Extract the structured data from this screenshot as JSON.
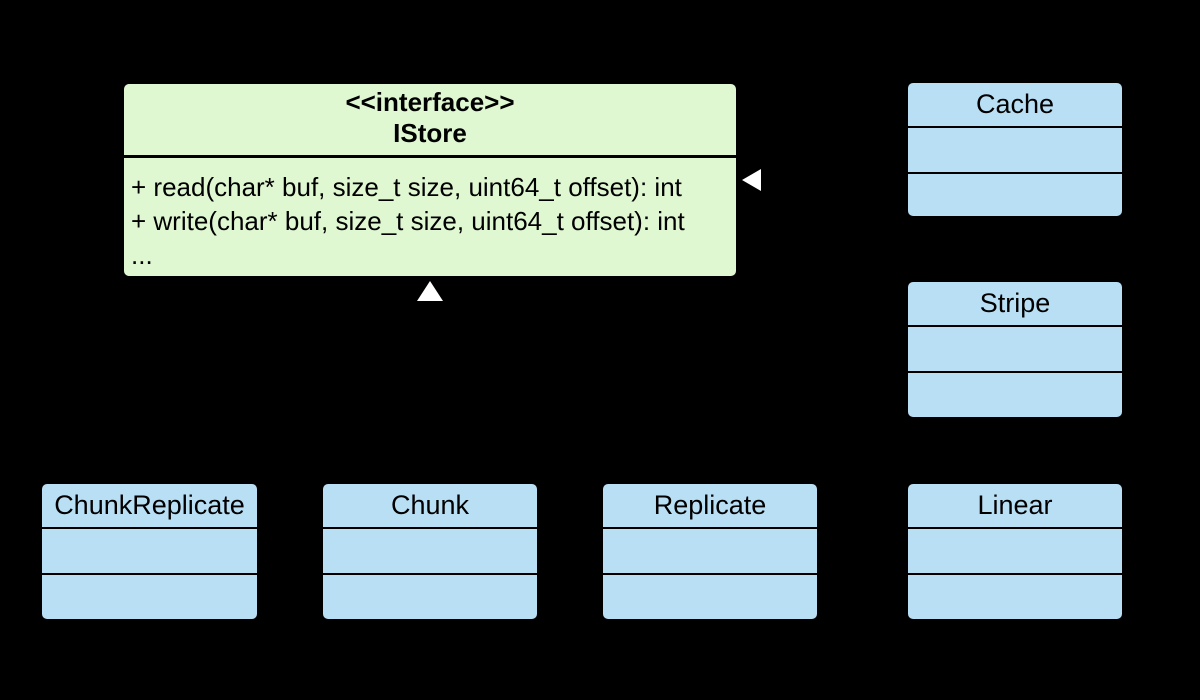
{
  "canvas": {
    "background_color": "#000000"
  },
  "interface": {
    "stereotype": "<<interface>>",
    "name": "IStore",
    "methods": [
      "+ read(char* buf, size_t size, uint64_t offset): int",
      "+ write(char* buf, size_t size, uint64_t offset): int",
      "..."
    ],
    "fill_color": "#dff8d2",
    "border_color": "#000000",
    "text_color": "#000000"
  },
  "classes": [
    {
      "name": "Cache"
    },
    {
      "name": "Stripe"
    },
    {
      "name": "ChunkReplicate"
    },
    {
      "name": "Chunk"
    },
    {
      "name": "Replicate"
    },
    {
      "name": "Linear"
    }
  ],
  "class_style": {
    "fill_color": "#b9dff5",
    "border_color": "#000000",
    "text_color": "#000000"
  },
  "relationships": {
    "type": "realization",
    "arrow_color": "#ffffff",
    "arrows": [
      {
        "direction": "left",
        "target": "IStore right edge"
      },
      {
        "direction": "up",
        "target": "IStore bottom edge"
      }
    ]
  }
}
